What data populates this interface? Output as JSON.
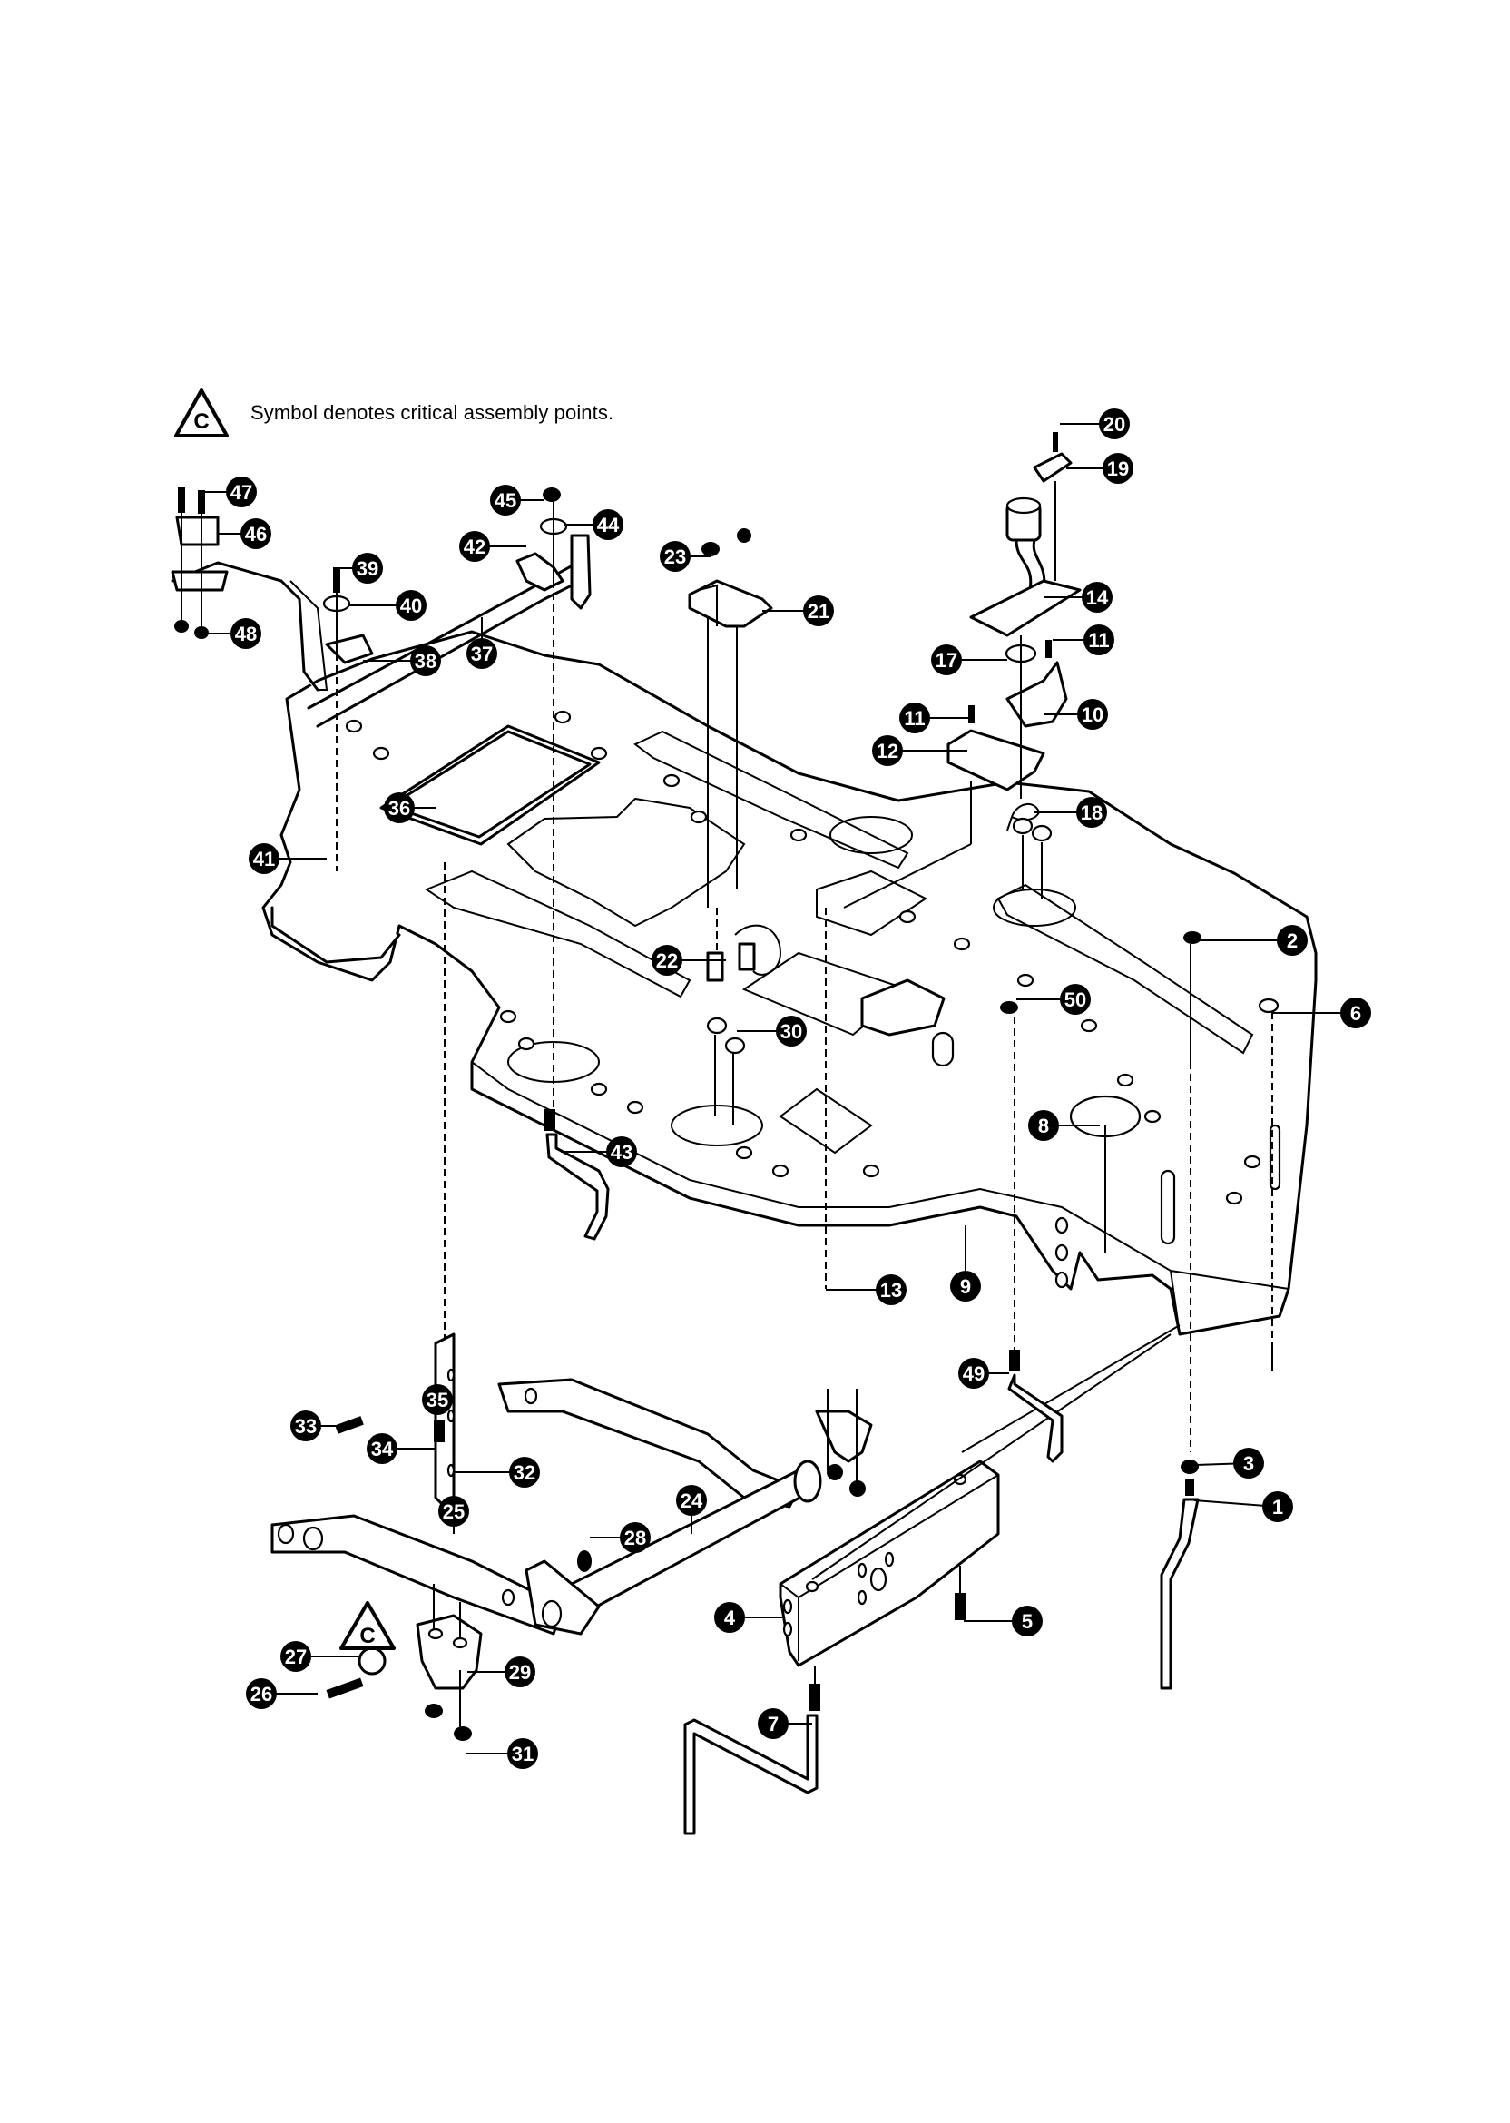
{
  "legend": {
    "symbol": "C",
    "text": "Symbol denotes critical assembly points."
  },
  "critical_symbol_near_parts": "C",
  "callouts": [
    {
      "id": "c1",
      "number": "1"
    },
    {
      "id": "c2",
      "number": "2"
    },
    {
      "id": "c3",
      "number": "3"
    },
    {
      "id": "c4",
      "number": "4"
    },
    {
      "id": "c5",
      "number": "5"
    },
    {
      "id": "c6",
      "number": "6"
    },
    {
      "id": "c7",
      "number": "7"
    },
    {
      "id": "c8",
      "number": "8"
    },
    {
      "id": "c9",
      "number": "9"
    },
    {
      "id": "c10",
      "number": "10"
    },
    {
      "id": "c11a",
      "number": "11"
    },
    {
      "id": "c11b",
      "number": "11"
    },
    {
      "id": "c12",
      "number": "12"
    },
    {
      "id": "c13",
      "number": "13"
    },
    {
      "id": "c14",
      "number": "14"
    },
    {
      "id": "c17",
      "number": "17"
    },
    {
      "id": "c18",
      "number": "18"
    },
    {
      "id": "c19",
      "number": "19"
    },
    {
      "id": "c20",
      "number": "20"
    },
    {
      "id": "c21",
      "number": "21"
    },
    {
      "id": "c22",
      "number": "22"
    },
    {
      "id": "c23",
      "number": "23"
    },
    {
      "id": "c24",
      "number": "24"
    },
    {
      "id": "c25",
      "number": "25"
    },
    {
      "id": "c26",
      "number": "26"
    },
    {
      "id": "c27",
      "number": "27"
    },
    {
      "id": "c28",
      "number": "28"
    },
    {
      "id": "c29",
      "number": "29"
    },
    {
      "id": "c30",
      "number": "30"
    },
    {
      "id": "c31",
      "number": "31"
    },
    {
      "id": "c32",
      "number": "32"
    },
    {
      "id": "c33",
      "number": "33"
    },
    {
      "id": "c34",
      "number": "34"
    },
    {
      "id": "c35",
      "number": "35"
    },
    {
      "id": "c36",
      "number": "36"
    },
    {
      "id": "c37",
      "number": "37"
    },
    {
      "id": "c38",
      "number": "38"
    },
    {
      "id": "c39",
      "number": "39"
    },
    {
      "id": "c40",
      "number": "40"
    },
    {
      "id": "c41",
      "number": "41"
    },
    {
      "id": "c42",
      "number": "42"
    },
    {
      "id": "c43",
      "number": "43"
    },
    {
      "id": "c44",
      "number": "44"
    },
    {
      "id": "c45",
      "number": "45"
    },
    {
      "id": "c46",
      "number": "46"
    },
    {
      "id": "c47",
      "number": "47"
    },
    {
      "id": "c48",
      "number": "48"
    },
    {
      "id": "c49",
      "number": "49"
    },
    {
      "id": "c50",
      "number": "50"
    }
  ]
}
